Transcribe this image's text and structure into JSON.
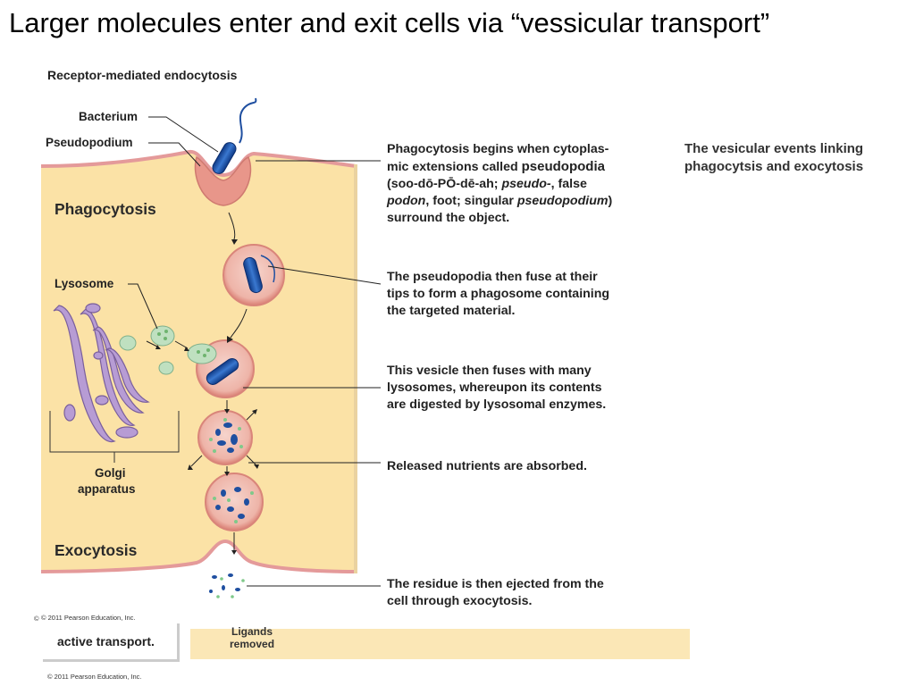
{
  "title": "Larger molecules enter and exit cells via “vessicular transport”",
  "diagram": {
    "heading": "Receptor-mediated endocytosis",
    "labels": {
      "bacterium": "Bacterium",
      "pseudopodium": "Pseudopodium",
      "phagocytosis": "Phagocytosis",
      "lysosome": "Lysosome",
      "golgi_line1": "Golgi",
      "golgi_line2": "apparatus",
      "exocytosis": "Exocytosis"
    },
    "steps": [
      {
        "lines": [
          [
            {
              "t": "Phagocytosis begins when cytoplas-",
              "b": true
            }
          ],
          [
            {
              "t": "mic extensions called ",
              "b": true
            },
            {
              "t": "pseudopodia",
              "b": true,
              "big": true
            }
          ],
          [
            {
              "t": "(soo-dō-PŌ-dē-ah; ",
              "b": true
            },
            {
              "t": "pseudo-",
              "b": true,
              "i": true
            },
            {
              "t": ", false",
              "b": true
            }
          ],
          [
            {
              "t": "podon",
              "b": true,
              "i": true
            },
            {
              "t": ", foot; singular ",
              "b": true
            },
            {
              "t": "pseudopodium",
              "b": true,
              "i": true
            },
            {
              "t": ")",
              "b": true
            }
          ],
          [
            {
              "t": "surround the object.",
              "b": true
            }
          ]
        ]
      },
      {
        "lines": [
          [
            {
              "t": "The pseudopodia then fuse at their",
              "b": true
            }
          ],
          [
            {
              "t": "tips to form a phagosome containing",
              "b": true
            }
          ],
          [
            {
              "t": "the targeted material.",
              "b": true
            }
          ]
        ]
      },
      {
        "lines": [
          [
            {
              "t": "This vesicle then fuses with many",
              "b": true
            }
          ],
          [
            {
              "t": "lysosomes, whereupon its contents",
              "b": true
            }
          ],
          [
            {
              "t": "are digested by lysosomal enzymes.",
              "b": true
            }
          ]
        ]
      },
      {
        "lines": [
          [
            {
              "t": "Released nutrients are absorbed.",
              "b": true
            }
          ]
        ]
      },
      {
        "lines": [
          [
            {
              "t": "The residue is then ejected from the",
              "b": true
            }
          ],
          [
            {
              "t": "cell through exocytosis.",
              "b": true
            }
          ]
        ]
      }
    ],
    "copyright_inner": "© 2011 Pearson Education, Inc.",
    "copyright_marker": "©"
  },
  "side_note": "The vesicular events linking phagocytsis and exocytosis",
  "underlying_slide": {
    "box_label": "active transport.",
    "ligand_line1": "Ligands",
    "ligand_line2": "removed",
    "copyright": "© 2011 Pearson Education, Inc."
  },
  "colors": {
    "cytoplasm": "#fbe2a6",
    "membrane": "#e9a0a0",
    "vesicle_fill": "#f3c1b8",
    "bacterium": "#1f4fa0",
    "golgi": "#9a7fb8",
    "lysosome": "#bfe0c0"
  },
  "icons": [
    "bacterium-icon",
    "lysosome-icon",
    "golgi-icon",
    "vesicle-icon"
  ]
}
